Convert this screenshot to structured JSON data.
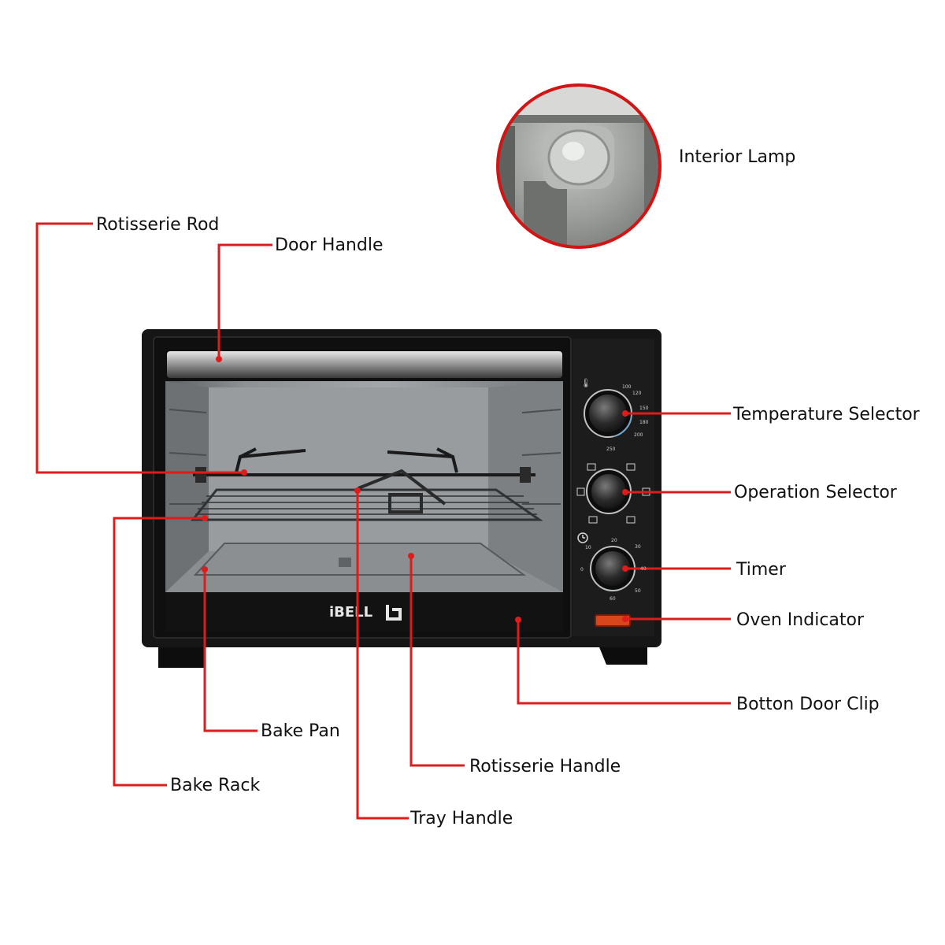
{
  "brand": {
    "logo_text": "iBELL"
  },
  "accent_color": "#e01b1b",
  "callouts": {
    "interior_lamp": "Interior Lamp",
    "rotisserie_rod": "Rotisserie Rod",
    "door_handle": "Door Handle",
    "temperature_selector": "Temperature Selector",
    "operation_selector": "Operation Selector",
    "timer": "Timer",
    "oven_indicator": "Oven Indicator",
    "bottom_door_clip": "Botton Door Clip",
    "bake_pan": "Bake Pan",
    "rotisserie_handle": "Rotisserie Handle",
    "bake_rack": "Bake Rack",
    "tray_handle": "Tray Handle"
  },
  "dial_scales": {
    "temperature": [
      "100",
      "120",
      "150",
      "180",
      "200",
      "250"
    ],
    "timer": [
      "0",
      "10",
      "20",
      "30",
      "40",
      "50",
      "60"
    ]
  }
}
